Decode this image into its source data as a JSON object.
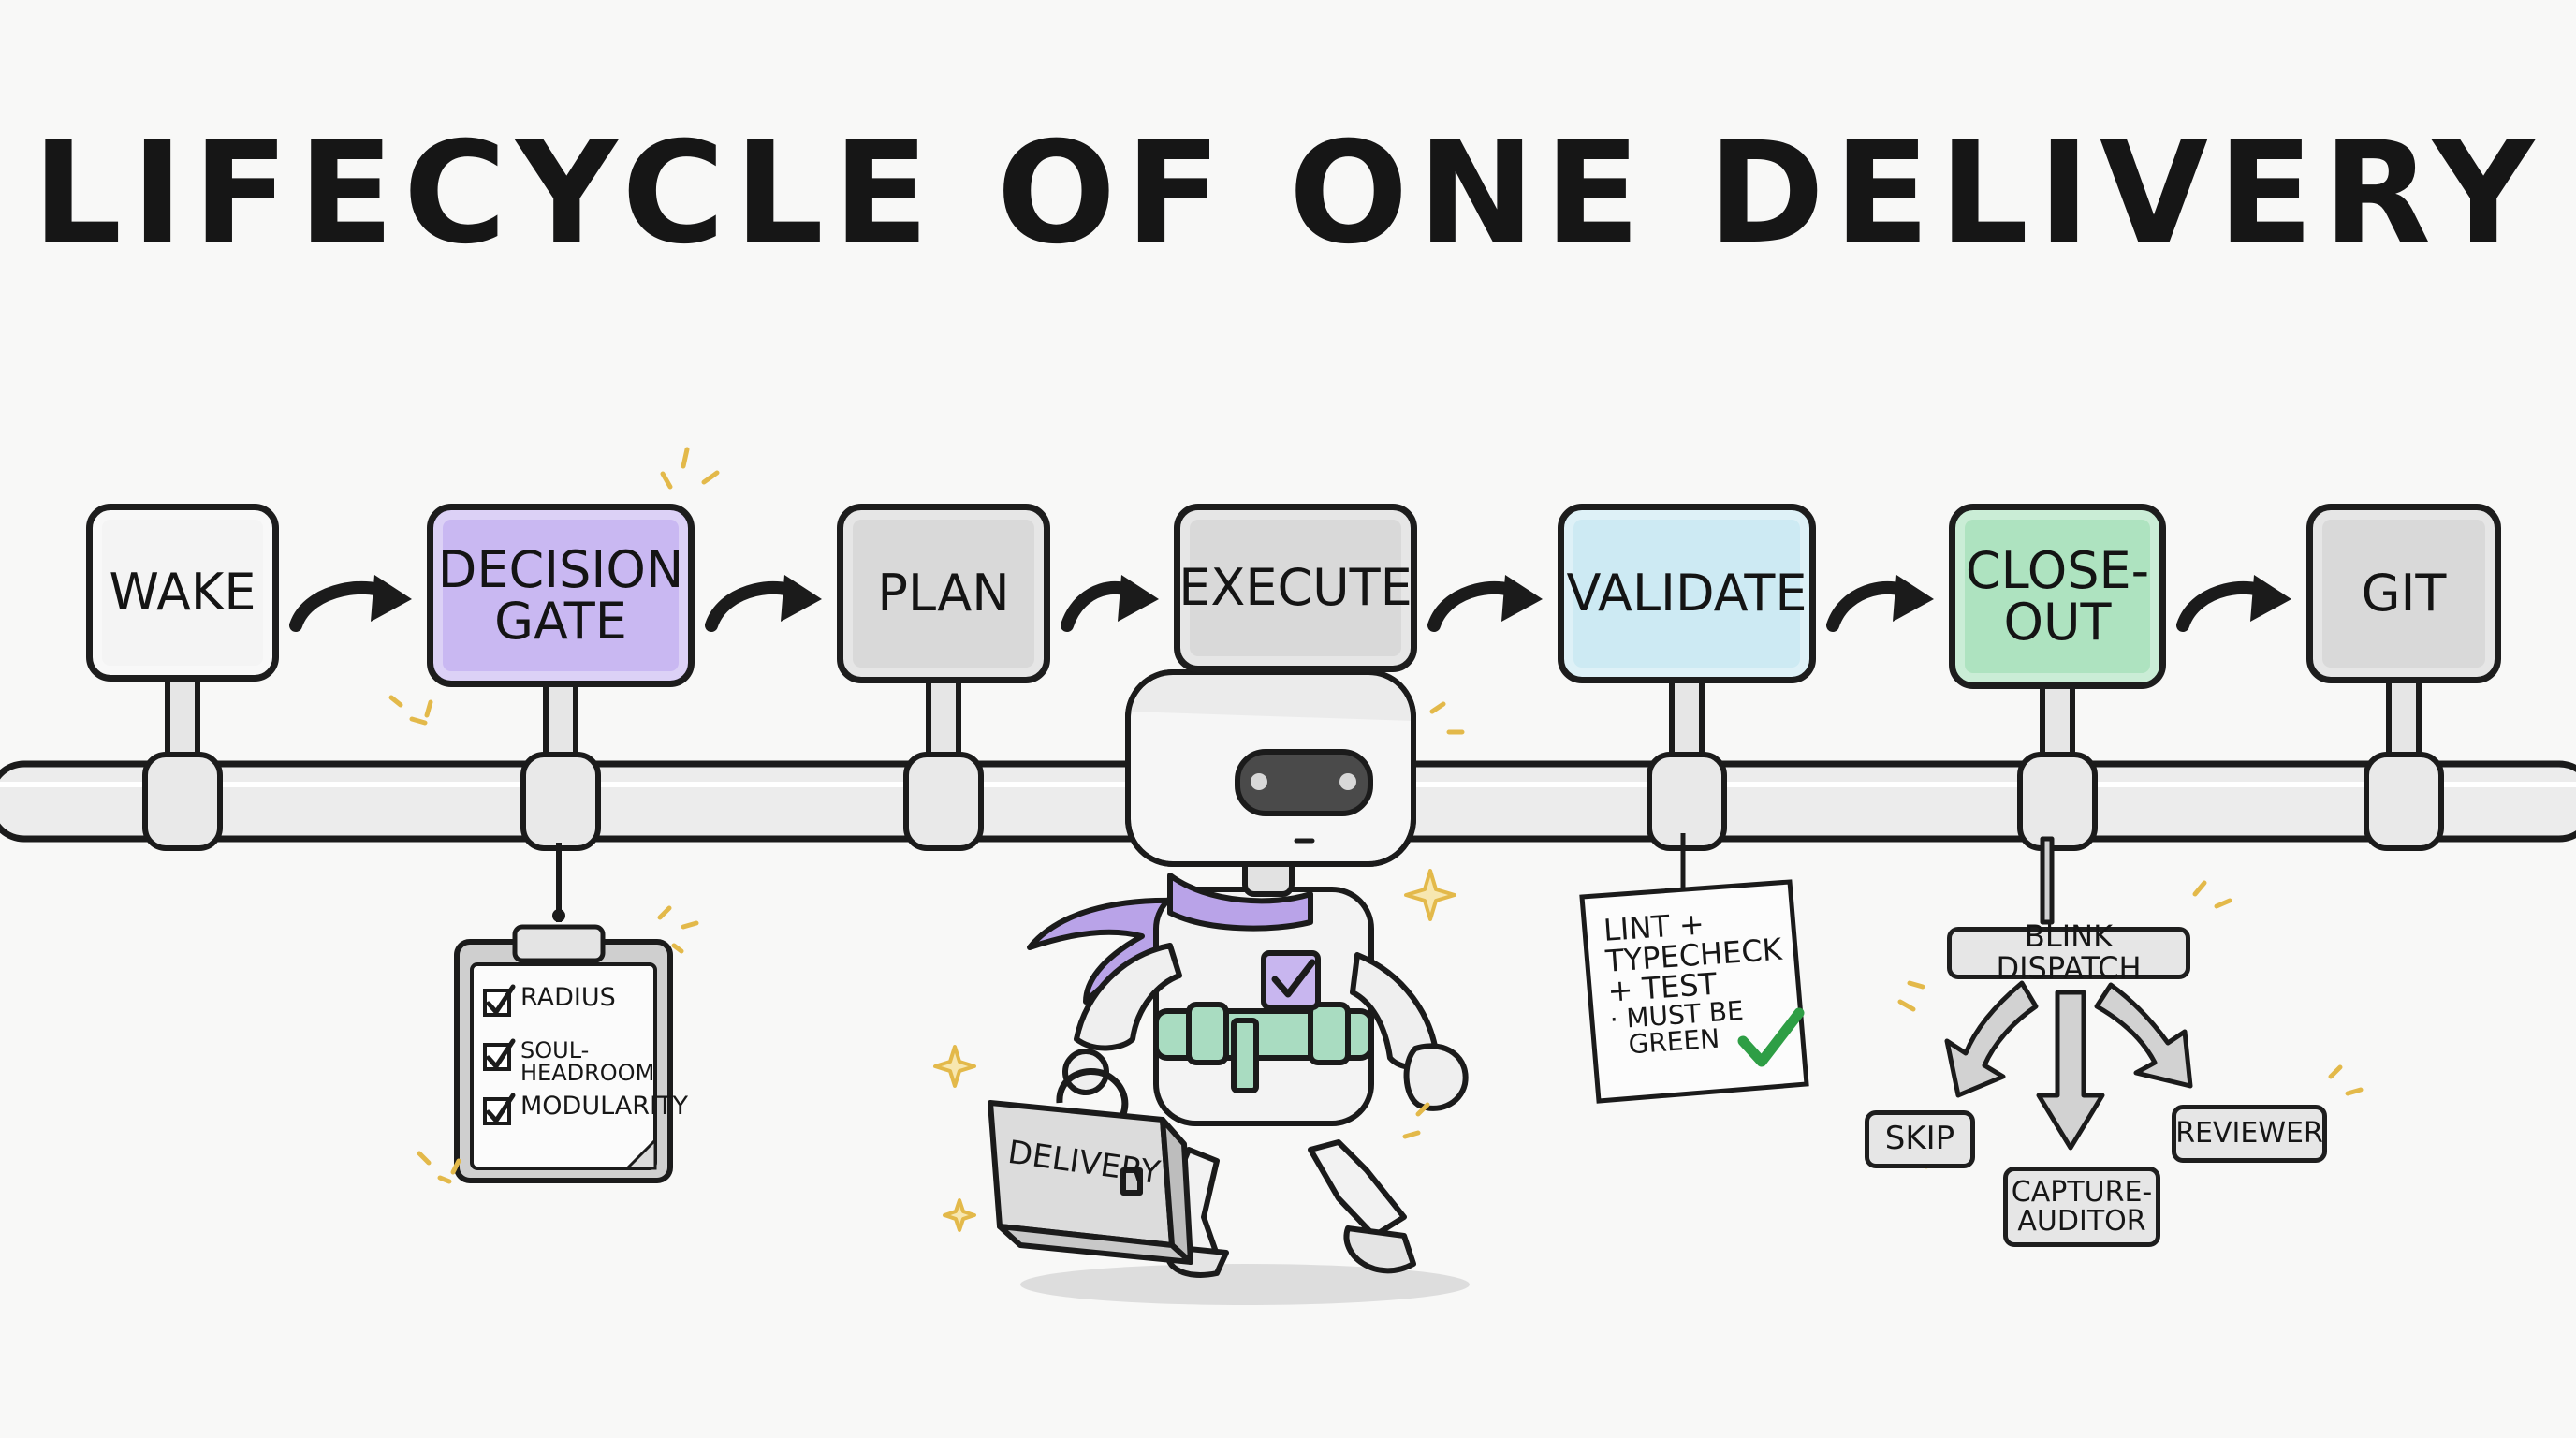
{
  "title": "LIFECYCLE OF ONE DELIVERY",
  "stages": [
    {
      "label_lines": [
        "WAKE"
      ],
      "color": "#f4f4f4"
    },
    {
      "label_lines": [
        "DECISION",
        "GATE"
      ],
      "color": "#c9b8f2"
    },
    {
      "label_lines": [
        "PLAN"
      ],
      "color": "#d9d9d9"
    },
    {
      "label_lines": [
        "EXECUTE"
      ],
      "color": "#d9d9d9"
    },
    {
      "label_lines": [
        "VALIDATE"
      ],
      "color": "#cdeaf3"
    },
    {
      "label_lines": [
        "CLOSE-",
        "OUT"
      ],
      "color": "#aee3c0"
    },
    {
      "label_lines": [
        "GIT"
      ],
      "color": "#d9d9d9"
    }
  ],
  "clipboard": {
    "items": [
      {
        "lines": [
          "RADIUS"
        ]
      },
      {
        "lines": [
          "SOUL-",
          "HEADROOM"
        ]
      },
      {
        "lines": [
          "MODULARITY"
        ]
      }
    ]
  },
  "validate_note": {
    "lines": [
      "LINT +",
      "TYPECHECK",
      "+ TEST",
      "· MUST BE",
      "GREEN"
    ]
  },
  "dispatch": {
    "label": "BLINK DISPATCH",
    "options": [
      {
        "lines": [
          "SKIP"
        ]
      },
      {
        "lines": [
          "CAPTURE-",
          "AUDITOR"
        ]
      },
      {
        "lines": [
          "REVIEWER"
        ]
      }
    ]
  },
  "robot": {
    "case_label": "DELIVERY",
    "scarf_color": "#b9a3e8",
    "belt_color": "#a9dcc1"
  },
  "colors": {
    "ink": "#1b1b1b",
    "pipe": "#ededed",
    "check_green": "#2e9e45",
    "sparkle": "#e3b94a"
  },
  "icons": [
    "arrow-right-icon",
    "checkbox-checked-icon",
    "checkmark-icon",
    "sparkle-icon",
    "robot-icon",
    "briefcase-icon"
  ]
}
